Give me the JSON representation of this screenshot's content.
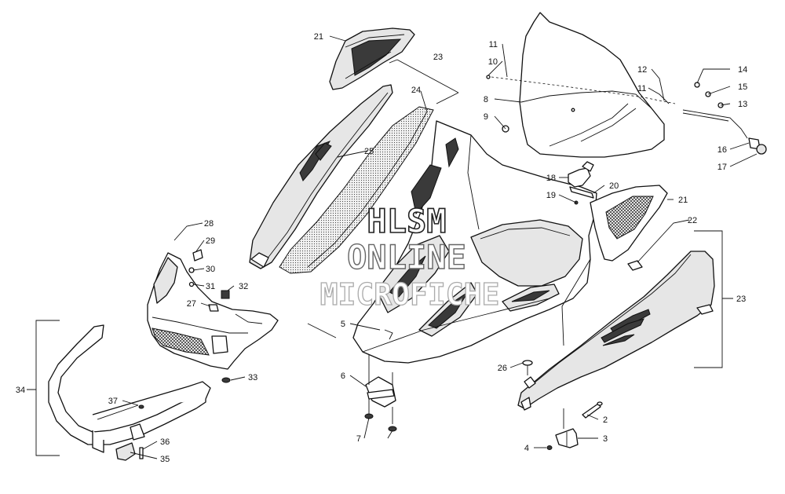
{
  "watermark": {
    "line1": "HLSM",
    "line2": "ONLINE",
    "line3": "MICROFICHE"
  },
  "callouts": {
    "c2": "2",
    "c3": "3",
    "c4": "4",
    "c5": "5",
    "c6": "6",
    "c7": "7",
    "c8": "8",
    "c9": "9",
    "c10": "10",
    "c11a": "11",
    "c11b": "11",
    "c12": "12",
    "c13": "13",
    "c14": "14",
    "c15": "15",
    "c16": "16",
    "c17": "17",
    "c18": "18",
    "c19": "19",
    "c20": "20",
    "c21a": "21",
    "c21b": "21",
    "c22": "22",
    "c23a": "23",
    "c23b": "23",
    "c24": "24",
    "c25": "25",
    "c26": "26",
    "c27": "27",
    "c28": "28",
    "c29": "29",
    "c30": "30",
    "c31": "31",
    "c32": "32",
    "c33": "33",
    "c34": "34",
    "c35": "35",
    "c36": "36",
    "c37": "37"
  }
}
